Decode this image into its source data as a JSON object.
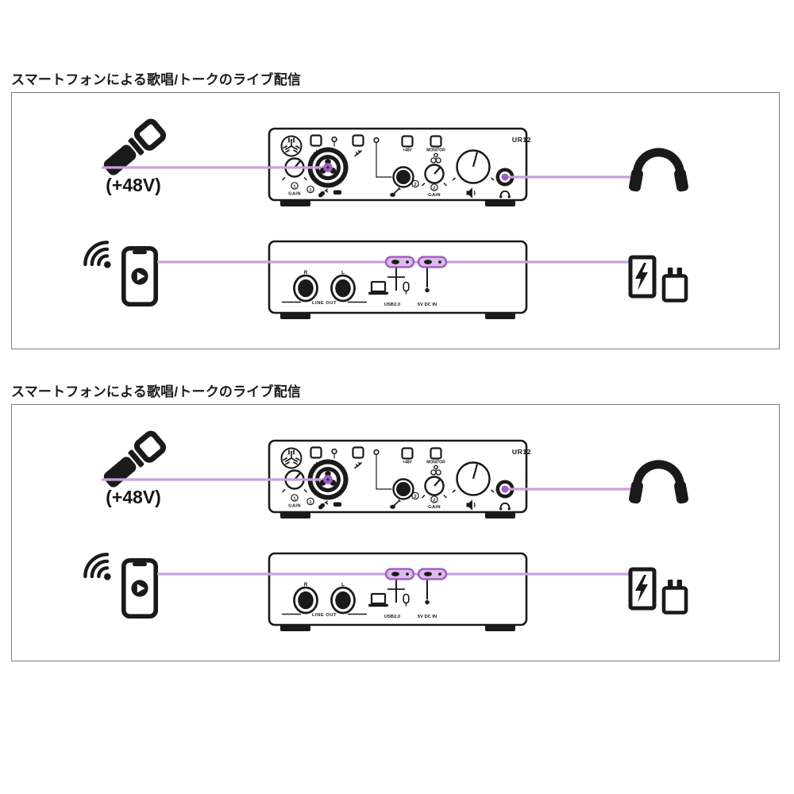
{
  "page": {
    "background": "#ffffff"
  },
  "colors": {
    "cable_purple": "#c9a1dc",
    "plug_purple": "#9d5ec0",
    "ink": "#1a1a1a",
    "box_border": "#7b7b7b"
  },
  "icons": [
    "mic-icon",
    "headphones-icon",
    "wifi-icon",
    "smartphone-icon",
    "play-icon",
    "battery-pack-icon",
    "usb-power-adapter-icon",
    "yamaha-logo-icon",
    "speaker-icon",
    "guitar-icon",
    "mic-symbol-icon",
    "line-symbol-icon",
    "headphone-glyph-icon",
    "usb-plug",
    "dc-plug",
    "laptop-icon",
    "stereo-link-icon"
  ],
  "sections": [
    {
      "title": "スマートフォンによる歌唱/トークのライブ配信",
      "phantom_label": "(+48V)",
      "front": {
        "brand": "UR12",
        "num1": "1",
        "num2": "2",
        "gain": "GAIN",
        "phantom_switch": "+48V",
        "monitor": "MONITOR"
      },
      "rear": {
        "right": "R",
        "left": "L",
        "line_out": "LINE OUT",
        "usb": "USB2.0",
        "dc": "5V DC IN"
      }
    },
    {
      "title": "スマートフォンによる歌唱/トークのライブ配信",
      "phantom_label": "(+48V)",
      "front": {
        "brand": "UR12",
        "num1": "1",
        "num2": "2",
        "gain": "GAIN",
        "phantom_switch": "+48V",
        "monitor": "MONITOR"
      },
      "rear": {
        "right": "R",
        "left": "L",
        "line_out": "LINE OUT",
        "usb": "USB2.0",
        "dc": "5V DC IN"
      }
    }
  ]
}
